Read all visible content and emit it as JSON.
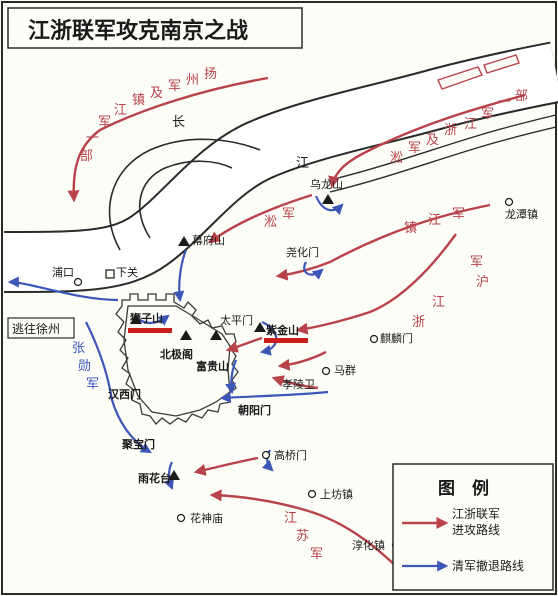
{
  "title": "江浙联军攻克南京之战",
  "colors": {
    "attack": "#b8434a",
    "retreat": "#3d56b8",
    "river": "#ffffff",
    "land": "#fdfdf8",
    "text": "#1a1a1a",
    "fort": "#cc1e1e"
  },
  "river": {
    "chars": [
      "长",
      "江"
    ]
  },
  "route_labels": {
    "yang_top": [
      "扬",
      "州",
      "军",
      "及",
      "镇",
      "江",
      "军",
      "一",
      "部"
    ],
    "zhe_top": [
      "部",
      "一",
      "军",
      "江",
      "浙",
      "及",
      "军",
      "淞"
    ],
    "song_mid": [
      "淞",
      "军"
    ],
    "zhen_right": [
      "镇",
      "江",
      "军"
    ],
    "hu_zhe": [
      "沪",
      "军",
      "江",
      "浙"
    ],
    "zhang": [
      "张",
      "勋",
      "军"
    ],
    "jiangsu": [
      "江",
      "苏",
      "军"
    ]
  },
  "places": {
    "wulongshan": "乌龙山",
    "mufushan": "幕府山",
    "yaohuamen": "尧化门",
    "longtanzhen": "龙潭镇",
    "pukou": "浦口",
    "xiaguan": "下关",
    "shizishan": "狮子山",
    "beijige": "北极阁",
    "taipingmen": "太平门",
    "zijinshan": "紫金山",
    "qilinmen": "麒麟门",
    "fuguishan": "富贵山",
    "xiaolingwei": "孝陵卫",
    "maqun": "马群",
    "hanximen": "汉西门",
    "chaoyangmen": "朝阳门",
    "jubaomen": "聚宝门",
    "gaoqiaomen": "高桥门",
    "shangfangzhen": "上坊镇",
    "yuhuatai": "雨花台",
    "huashenmiao": "花神庙",
    "chunhuazhen": "淳化镇"
  },
  "retreat_label": "逃往徐州",
  "legend": {
    "title": "图　例",
    "attack_l1": "江浙联军",
    "attack_l2": "进攻路线",
    "retreat": "清军撤退路线"
  }
}
